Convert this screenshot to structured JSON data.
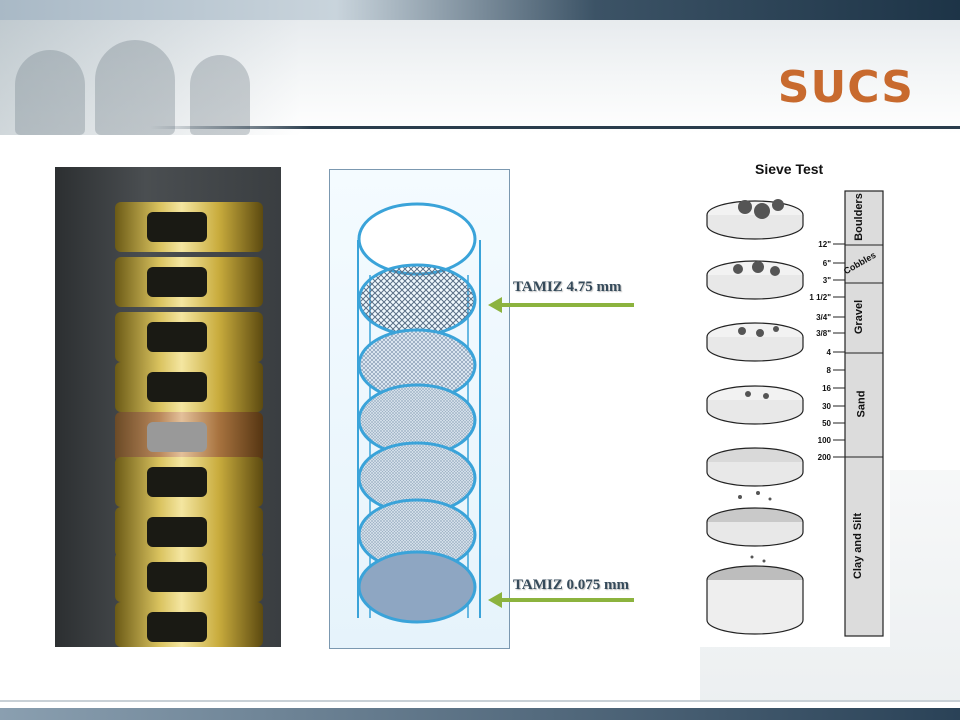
{
  "title": "SUCS",
  "labels": {
    "sieve_top": "TAMIZ 4.75 mm",
    "sieve_bottom": "TAMIZ 0.075 mm"
  },
  "sieve_test": {
    "title": "Sieve Test",
    "sizes": [
      "12\"",
      "6\"",
      "3\"",
      "1 1/2\"",
      "3/4\"",
      "3/8\"",
      "4",
      "8",
      "16",
      "30",
      "50",
      "100",
      "200"
    ],
    "classes": {
      "boulders": "Boulders",
      "cobbles": "Cobbles",
      "gravel": "Gravel",
      "sand": "Sand",
      "clay_silt": "Clay and Silt"
    }
  },
  "colors": {
    "title": "#c86a2e",
    "arrow": "#8cb33e",
    "sieve_fill": "#8ea6c2",
    "sieve_stroke": "#3aa3d9"
  }
}
